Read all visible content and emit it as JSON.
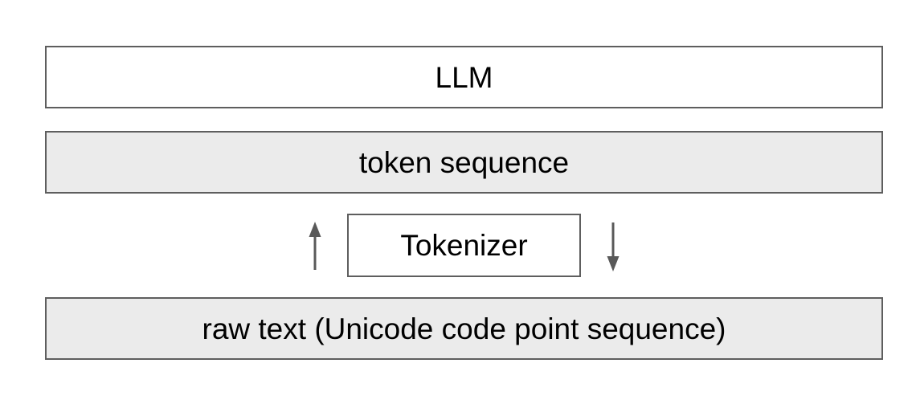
{
  "diagram": {
    "title": "tokenizer-pipeline-diagram",
    "colors": {
      "background": "#ffffff",
      "box_border": "#5e5e5e",
      "box_fill_gray": "#ebebeb",
      "box_fill_white": "#ffffff",
      "arrow": "#595959",
      "text": "#000000"
    },
    "boxes": {
      "llm": {
        "label": "LLM",
        "fill": "#ffffff"
      },
      "token_sequence": {
        "label": "token sequence",
        "fill": "#ebebeb"
      },
      "tokenizer": {
        "label": "Tokenizer",
        "fill": "#ffffff"
      },
      "raw_text": {
        "label": "raw text (Unicode code point sequence)",
        "fill": "#ebebeb"
      }
    },
    "icons": {
      "up_arrow": "arrow-up",
      "down_arrow": "arrow-down"
    }
  }
}
